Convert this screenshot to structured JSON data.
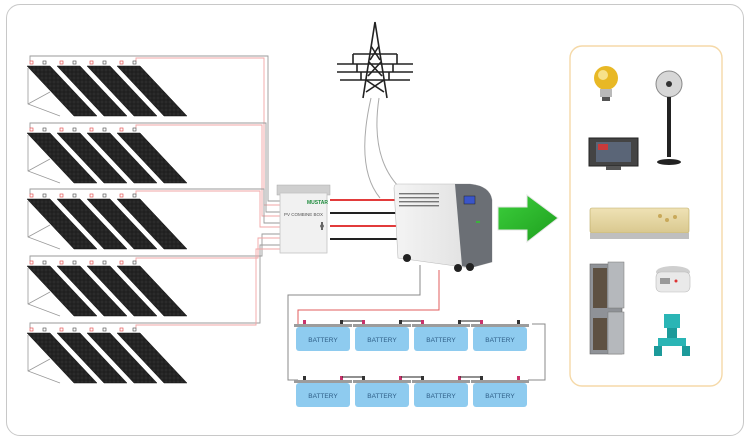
{
  "diagram": {
    "title": "Off-grid solar power system",
    "combiner_box": {
      "label": "PV COMBINE BOX",
      "brand": "MUSTAR"
    },
    "battery_label": "BATTERY",
    "battery_bank": {
      "rows": 2,
      "per_row": 4
    },
    "solar_arrays": {
      "count": 5,
      "panels_per_array": 4
    },
    "grid": {
      "icon": "power-tower-icon"
    },
    "inverter": {
      "icon": "inverter-icon"
    },
    "arrow": {
      "icon": "arrow-right-icon",
      "color": "#2db52d"
    },
    "loads": {
      "border_color": "#f5d9a8",
      "items": [
        {
          "name": "light-bulb",
          "icon": "light-bulb-icon"
        },
        {
          "name": "standing-fan",
          "icon": "fan-icon"
        },
        {
          "name": "television",
          "icon": "tv-icon"
        },
        {
          "name": "air-conditioner",
          "icon": "air-conditioner-icon"
        },
        {
          "name": "refrigerator",
          "icon": "refrigerator-icon"
        },
        {
          "name": "rice-cooker",
          "icon": "rice-cooker-icon"
        },
        {
          "name": "water-pump",
          "icon": "water-pump-icon"
        }
      ]
    },
    "colors": {
      "positive_wire": "#e23b3b",
      "negative_wire": "#222222",
      "light_pos": "#f2a5a5",
      "light_neg": "#9a9a9a",
      "battery_fill": "#8ecbef"
    }
  }
}
